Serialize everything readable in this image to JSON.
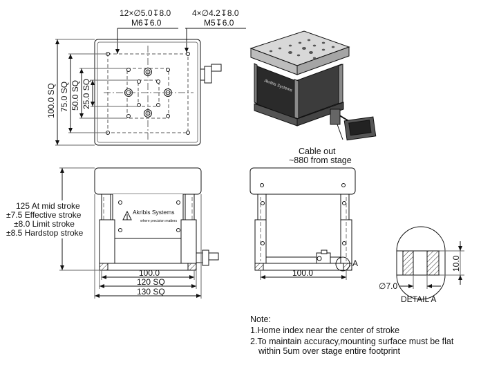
{
  "top_view": {
    "callout_left_line1": "12×∅5.0↧8.0",
    "callout_left_line2": "M6↧6.0",
    "callout_right_line1": "4×∅4.2↧8.0",
    "callout_right_line2": "M5↧6.0",
    "dim_100_sq": "100.0 SQ",
    "dim_75_sq": "75.0 SQ",
    "dim_50_sq": "50.0 SQ",
    "dim_25_sq": "25.0 SQ"
  },
  "iso_view": {
    "brand_text": "Akribis Systems",
    "cable_note_line1": "Cable out",
    "cable_note_line2": "~880 from stage"
  },
  "front_view": {
    "brand_text": "Akribis Systems",
    "tagline": "where precision matters",
    "height_line1": "125 At mid stroke",
    "height_line2": "±7.5 Effective stroke",
    "height_line3": "±8.0 Limit stroke",
    "height_line4": "±8.5 Hardstop stroke",
    "dim_100": "100.0",
    "dim_120_sq": "120 SQ",
    "dim_130_sq": "130 SQ"
  },
  "side_view": {
    "dim_100": "100.0",
    "detail_marker": "A"
  },
  "detail": {
    "dim_height": "10.0",
    "dim_diameter": "∅7.0",
    "label": "DETAIL A"
  },
  "notes": {
    "title": "Note:",
    "item1": "1.Home index near the center of stroke",
    "item2_line1": "2.To maintain accuracy,mounting surface must be flat",
    "item2_line2": "within 5um over stage entire footprint"
  }
}
